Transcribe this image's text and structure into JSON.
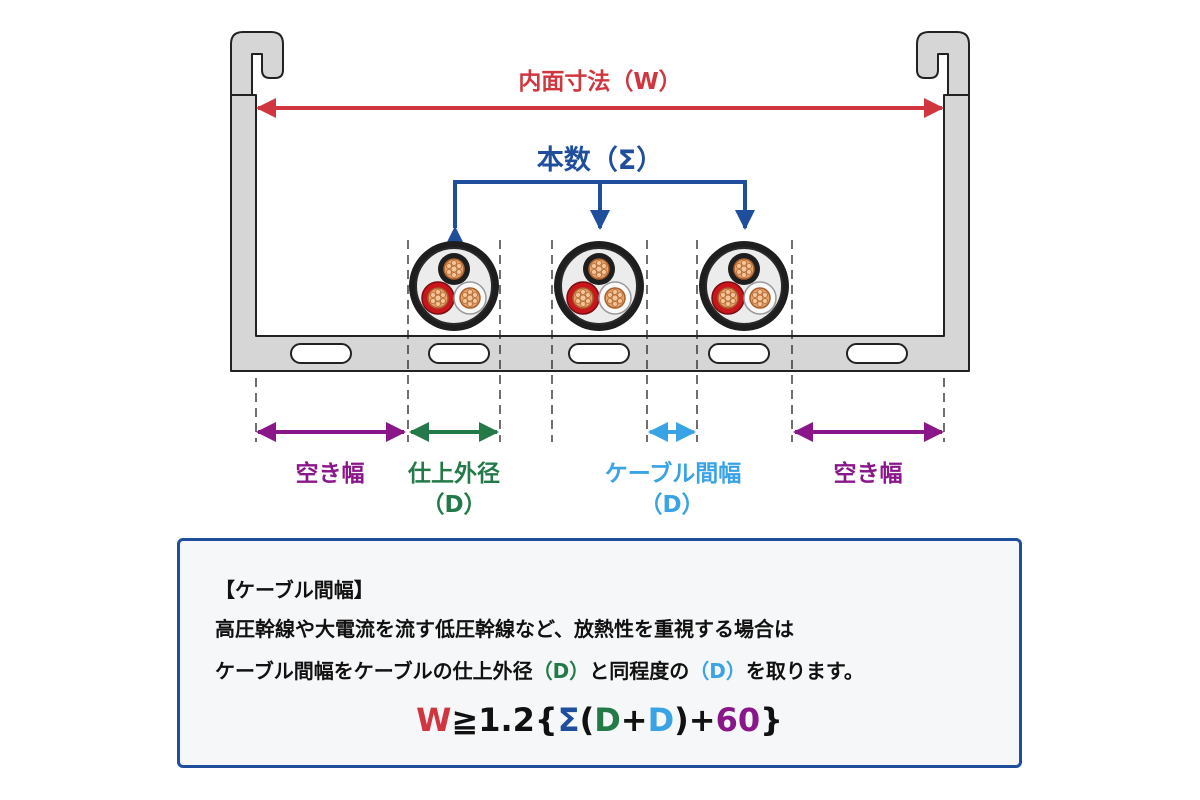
{
  "colors": {
    "red": "#d0363f",
    "navy": "#1f4e9c",
    "purple": "#8a178a",
    "green": "#237a48",
    "sky": "#3aa3e6",
    "tray": "#d6d6d6",
    "outline": "#222222"
  },
  "labels": {
    "inner_width": "内面寸法（W）",
    "count": "本数（Σ）",
    "clearance_left": "空き幅",
    "finished_od_line1": "仕上外径",
    "finished_od_line2": "（D）",
    "spacing_line1": "ケーブル間幅",
    "spacing_line2": "（D）",
    "clearance_right": "空き幅"
  },
  "info": {
    "title": "【ケーブル間幅】",
    "line1": "高圧幹線や大電流を流す低圧幹線など、放熱性を重視する場合は",
    "line2_a": "ケーブル間幅をケーブルの仕上外径",
    "line2_d1": "（D）",
    "line2_b": "と同程度の",
    "line2_d2": "（D）",
    "line2_c": "を取ります。",
    "formula": {
      "w": "W",
      "geq": "≧1.2{",
      "sigma": "Σ",
      "open": "(",
      "d1": "D",
      "plus1": "+",
      "d2": "D",
      "close": ")",
      "plus2": "+",
      "sixty": "60",
      "brace": "}"
    }
  }
}
